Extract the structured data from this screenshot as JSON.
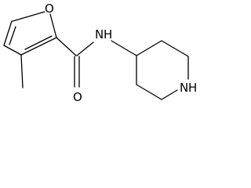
{
  "molecule": {
    "atoms": {
      "furan_oxygen": "O",
      "amide_oxygen": "O",
      "amide_nitrogen": "N",
      "amide_hydrogen": "H",
      "piperidine_nitrogen": "N",
      "piperidine_hydrogen": "H"
    }
  }
}
